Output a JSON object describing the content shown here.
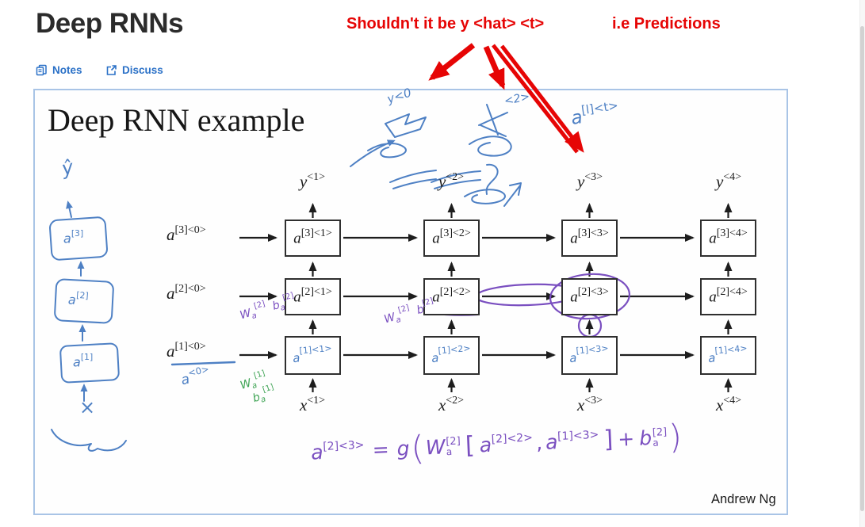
{
  "page": {
    "title": "Deep RNNs",
    "toolbar": {
      "notes": "Notes",
      "discuss": "Discuss"
    },
    "annotation": {
      "question": "Shouldn't it be y <hat> <t>",
      "note": "i.e Predictions"
    }
  },
  "colors": {
    "annotation_red": "#e60505",
    "link_blue": "#2b71c7",
    "slide_border_blue": "#a9c4e6",
    "ink_blue": "#4e80c4",
    "ink_green": "#3fa455",
    "ink_purple": "#7a4fc0"
  },
  "slide": {
    "title": "Deep RNN example",
    "credit": "Andrew Ng",
    "grid": {
      "rows": [
        {
          "init": {
            "base": "a",
            "sup": "[3]<0>"
          },
          "cells": [
            {
              "base": "a",
              "sup": "[3]<1>"
            },
            {
              "base": "a",
              "sup": "[3]<2>"
            },
            {
              "base": "a",
              "sup": "[3]<3>"
            },
            {
              "base": "a",
              "sup": "[3]<4>"
            }
          ]
        },
        {
          "init": {
            "base": "a",
            "sup": "[2]<0>"
          },
          "cells": [
            {
              "base": "a",
              "sup": "[2]<1>"
            },
            {
              "base": "a",
              "sup": "[2]<2>"
            },
            {
              "base": "a",
              "sup": "[2]<3>"
            },
            {
              "base": "a",
              "sup": "[2]<4>"
            }
          ]
        },
        {
          "init": {
            "base": "a",
            "sup": "[1]<0>"
          },
          "cells": [
            {
              "base": "a",
              "sup": "[1]<1>"
            },
            {
              "base": "a",
              "sup": "[1]<2>"
            },
            {
              "base": "a",
              "sup": "[1]<3>"
            },
            {
              "base": "a",
              "sup": "[1]<4>"
            }
          ]
        }
      ],
      "outputs": [
        {
          "base": "y",
          "sup": "<1>"
        },
        {
          "base": "y",
          "sup": "<2>"
        },
        {
          "base": "y",
          "sup": "<3>"
        },
        {
          "base": "y",
          "sup": "<4>"
        }
      ],
      "inputs": [
        {
          "base": "x",
          "sup": "<1>"
        },
        {
          "base": "x",
          "sup": "<2>"
        },
        {
          "base": "x",
          "sup": "<3>"
        },
        {
          "base": "x",
          "sup": "<4>"
        }
      ]
    },
    "handwriting": {
      "y0_note": "y<0",
      "t2_note": "<2>",
      "alt_note": {
        "base": "a",
        "sup": "[l]<t>"
      },
      "a0_note": {
        "base": "a",
        "sup": "<0>"
      },
      "left_sketch": {
        "yhat": "ŷ",
        "boxes": [
          {
            "base": "a",
            "sup": "[3]"
          },
          {
            "base": "a",
            "sup": "[2]"
          },
          {
            "base": "a",
            "sup": "[1]"
          }
        ],
        "x_label": "×"
      },
      "green_note": {
        "w_base": "W",
        "w_sub": "a",
        "w_sup": "[1]",
        "b_base": "b",
        "b_sub": "a",
        "b_sup": "[1]"
      },
      "purple_note_left": {
        "w_base": "W",
        "w_sub": "a",
        "w_sup": "[2]",
        "b_base": "b",
        "b_sub": "a",
        "b_sup": "[2]"
      },
      "purple_note_mid": {
        "w_base": "W",
        "w_sub": "a",
        "w_sup": "[2]",
        "b_base": "b",
        "b_sup": "[2]"
      },
      "formula": {
        "lhs_base": "a",
        "lhs_sup": "[2]<3>",
        "equals": "=",
        "func": "g",
        "open_paren": "(",
        "w_base": "W",
        "w_sub": "a",
        "w_sup": "[2]",
        "open_bracket": "[",
        "arg1_base": "a",
        "arg1_sup": "[2]<2>",
        "comma": ",",
        "arg2_base": "a",
        "arg2_sup": "[1]<3>",
        "close_bracket": "]",
        "plus": "+",
        "b_base": "b",
        "b_sub": "a",
        "b_sup": "[2]",
        "close_paren": ")"
      }
    }
  }
}
